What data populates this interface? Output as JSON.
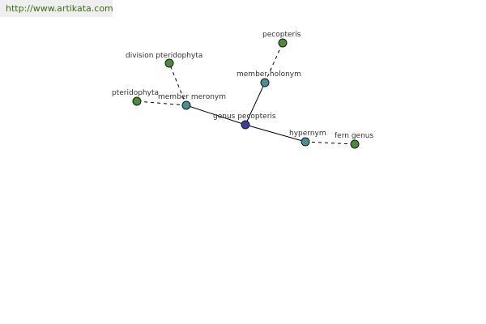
{
  "watermark": {
    "url": "http://www.artikata.com"
  },
  "colors": {
    "center_node": "#3f3f9e",
    "relation_node": "#4a8f92",
    "leaf_node": "#4c8a3a",
    "edge": "#000000",
    "url_text": "#3d6b12"
  },
  "graph": {
    "center": {
      "label": "genus pecopteris"
    },
    "relations": [
      {
        "label": "member meronym"
      },
      {
        "label": "member holonym"
      },
      {
        "label": "hypernym"
      }
    ],
    "leaves": [
      {
        "label": "division pteridophyta",
        "relation": "member meronym"
      },
      {
        "label": "pteridophyta",
        "relation": "member meronym"
      },
      {
        "label": "pecopteris",
        "relation": "member holonym"
      },
      {
        "label": "fern genus",
        "relation": "hypernym"
      }
    ]
  }
}
